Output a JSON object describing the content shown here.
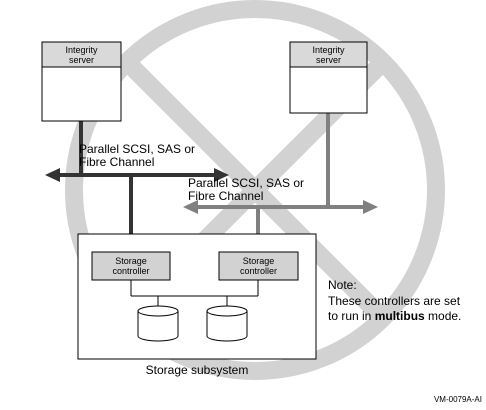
{
  "servers": {
    "left": {
      "line1": "Integrity",
      "line2": "server"
    },
    "right": {
      "line1": "Integrity",
      "line2": "server"
    }
  },
  "buses": {
    "upper": {
      "line1": "Parallel SCSI, SAS or",
      "line2": "Fibre Channel"
    },
    "lower": {
      "line1": "Parallel SCSI, SAS or",
      "line2": "Fibre Channel"
    }
  },
  "controllers": {
    "left": {
      "line1": "Storage",
      "line2": "controller"
    },
    "right": {
      "line1": "Storage",
      "line2": "controller"
    }
  },
  "subsystem_label": "Storage subsystem",
  "note": {
    "heading": "Note:",
    "line1": "These controllers are set",
    "line2_prefix": "to run in ",
    "line2_bold": "multibus",
    "line2_suffix": " mode."
  },
  "figure_id": "VM-0079A-AI",
  "colors": {
    "prohibition": "#d2d2d2",
    "server_header": "#d9d9d9",
    "controller_fill": "#d2d2d2",
    "bus_dark": "#333333",
    "bus_light": "#808080"
  }
}
